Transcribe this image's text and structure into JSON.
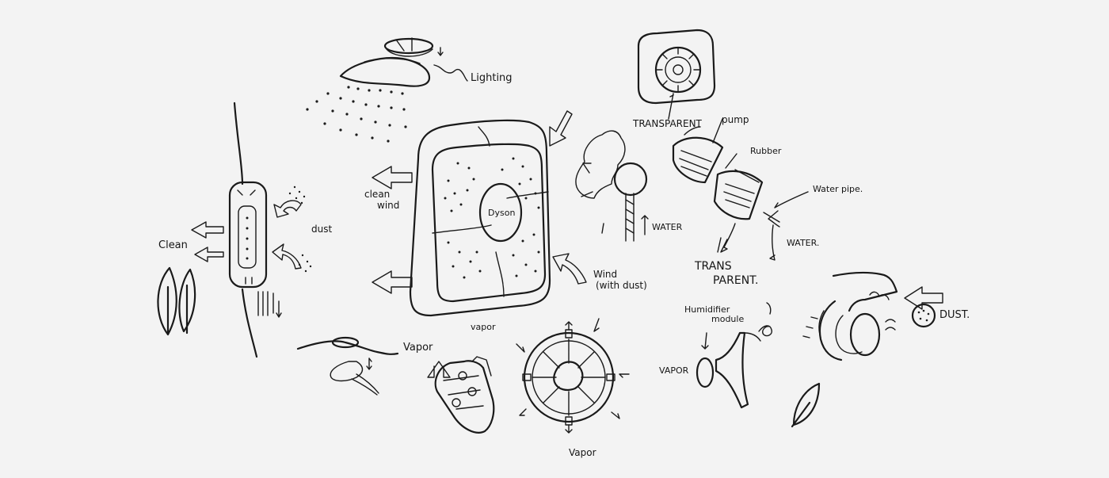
{
  "labels": {
    "lighting": "Lighting",
    "transparent_top": "TRANSPARENT",
    "pump": "pump",
    "rubber": "Rubber",
    "water_pipe": "Water pipe.",
    "water_upper": "WATER",
    "water_lower": "WATER.",
    "trans_parent_1": "TRANS",
    "trans_parent_2": "PARENT.",
    "clean_wind_1": "clean",
    "clean_wind_2": "wind",
    "dust_left": "dust",
    "clean": "Clean",
    "dyson_logo": "Dyson",
    "vapor_center": "vapor",
    "wind_1": "Wind",
    "wind_2": "(with dust)",
    "vapor_left": "Vapor",
    "vapor_bottom": "Vapor",
    "humidifier_1": "Humidifier",
    "humidifier_2": "module",
    "vapor_right": "VAPOR",
    "dust_right": "DUST."
  },
  "colors": {
    "ink": "#1a1a1a",
    "paper": "#f3f3f3"
  }
}
